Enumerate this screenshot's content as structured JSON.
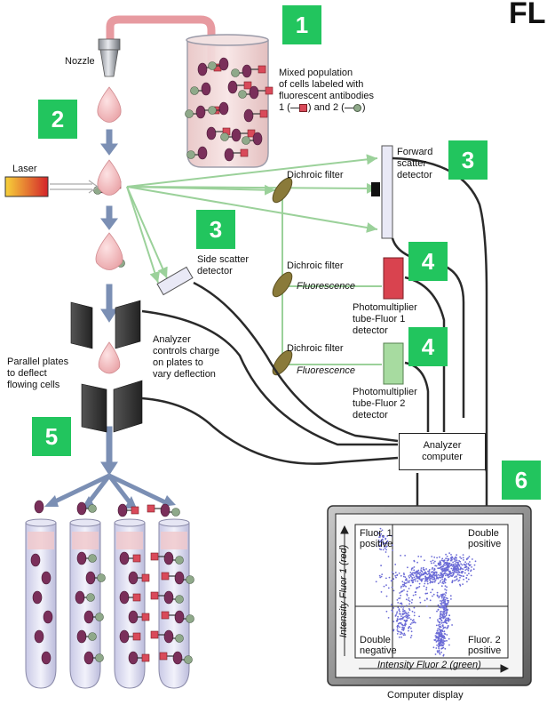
{
  "title_partial": "FL",
  "badges": [
    "1",
    "2",
    "3",
    "3",
    "4",
    "4",
    "5",
    "6"
  ],
  "labels": {
    "nozzle": "Nozzle",
    "mixed_population": [
      "Mixed population",
      "of cells labeled with",
      "fluorescent antibodies",
      "1 (",
      ") and 2 (",
      ")"
    ],
    "laser": "Laser",
    "dichroic_1": "Dichroic filter",
    "dichroic_2": "Dichroic filter",
    "dichroic_3": "Dichroic filter",
    "forward_scatter": [
      "Forward",
      "scatter",
      "detector"
    ],
    "side_scatter": [
      "Side scatter",
      "detector"
    ],
    "fluorescence_1": "Fluorescence",
    "fluorescence_2": "Fluorescence",
    "pmt1": [
      "Photomultiplier",
      "tube-Fluor 1",
      "detector"
    ],
    "pmt2": [
      "Photomultiplier",
      "tube-Fluor 2",
      "detector"
    ],
    "analyzer_controls": [
      "Analyzer",
      "controls charge",
      "on plates to",
      "vary deflection"
    ],
    "parallel_plates": [
      "Parallel plates",
      "to deflect",
      "flowing cells"
    ],
    "analyzer_computer": [
      "Analyzer",
      "computer"
    ],
    "computer_display": "Computer display"
  },
  "plot": {
    "q_top_left": [
      "Fluor. 1",
      "positive"
    ],
    "q_top_right": [
      "Double",
      "positive"
    ],
    "q_bottom_left": [
      "Double",
      "negative"
    ],
    "q_bottom_right": [
      "Fluor. 2",
      "positive"
    ],
    "y_axis": "Intensity Fluor 1 (red)",
    "x_axis": "Intensity Fluor 2 (green)"
  },
  "colors": {
    "badge": "#22c55e",
    "stream": "#e8a0a4",
    "laser_beam": "#9bd19a",
    "pmt_red": "#d9434f",
    "pmt_green": "#a7dba0",
    "scatter_dots": "#6b6bd6",
    "antibody_red": "#d94a5a",
    "antibody_green": "#8fa98a"
  }
}
